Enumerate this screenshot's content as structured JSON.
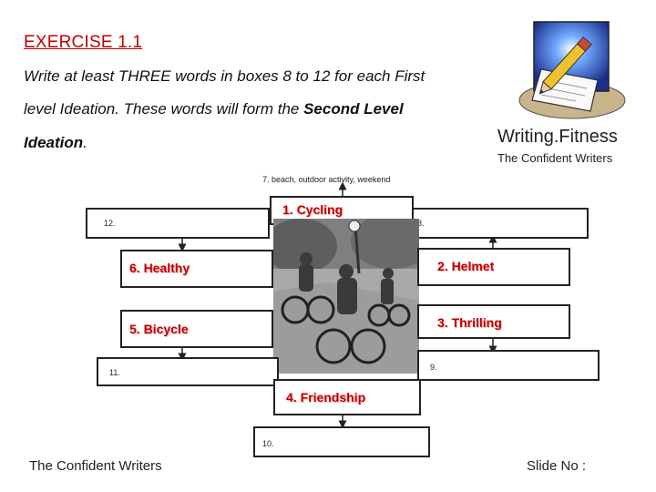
{
  "exercise": {
    "title": "EXERCISE 1.1",
    "line1": "Write at least THREE words in boxes 8 to 12 for each First",
    "line2_prefix": "level Ideation. These words will form the ",
    "line2_bold": "Second Level",
    "line3_bold": "Ideation",
    "line3_suffix": "."
  },
  "brand": {
    "name": "Writing.Fitness",
    "subtitle": "The Confident Writers"
  },
  "diagram": {
    "top_label": "7. beach, outdoor activity, weekend",
    "center_image": "cyclists-photo",
    "boxes": {
      "cycling": "1.  Cycling",
      "helmet": "2.  Helmet",
      "thrilling": "3.  Thrilling",
      "friendship": "4.  Friendship",
      "bicycle": "5.  Bicycle",
      "healthy": "6.  Healthy",
      "b8": "8.",
      "b9": "9.",
      "b10": "10.",
      "b11": "11.",
      "b12": "12."
    }
  },
  "footer": {
    "left": "The Confident Writers",
    "right": "Slide No :"
  },
  "colors": {
    "accent": "#c00000",
    "border": "#222222"
  }
}
